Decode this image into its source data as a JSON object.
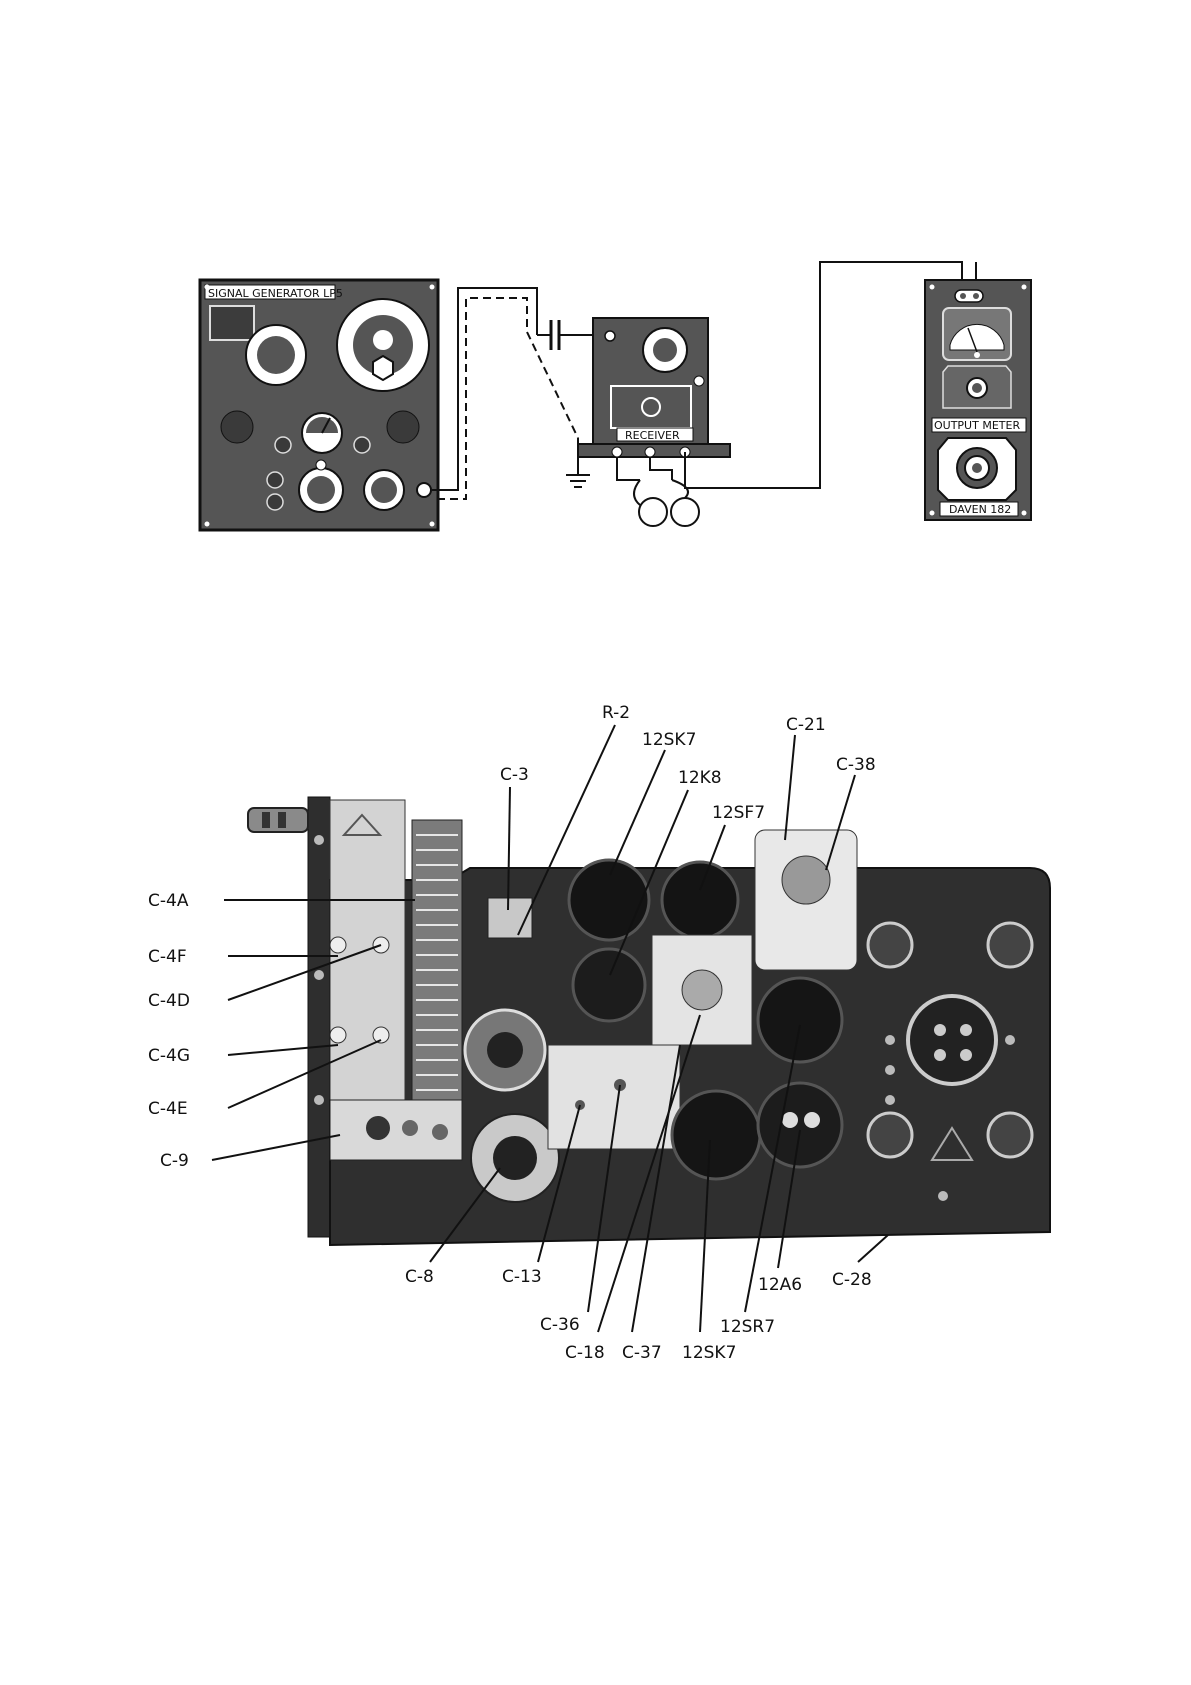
{
  "diagram": {
    "signal_generator_label": "SIGNAL GENERATOR LP5",
    "receiver_label": "RECEIVER",
    "output_meter_label": "OUTPUT METER",
    "daven_label": "DAVEN 182"
  },
  "photo": {
    "labels": {
      "r2": "R-2",
      "sk7_top": "12SK7",
      "k8": "12K8",
      "sf7": "12SF7",
      "c21": "C-21",
      "c38": "C-38",
      "c3": "C-3",
      "c4a": "C-4A",
      "c4f": "C-4F",
      "c4d": "C-4D",
      "c4g": "C-4G",
      "c4e": "C-4E",
      "c9": "C-9",
      "c8": "C-8",
      "c13": "C-13",
      "c36": "C-36",
      "c18": "C-18",
      "c37": "C-37",
      "sk7_bottom": "12SK7",
      "sr7": "12SR7",
      "a6": "12A6",
      "c28": "C-28"
    }
  },
  "colors": {
    "ink": "#111111",
    "panel": "#555555",
    "chassis_dark": "#2e2e2e",
    "chassis_mid": "#6e6e6e",
    "chassis_light": "#d6d6d6"
  }
}
